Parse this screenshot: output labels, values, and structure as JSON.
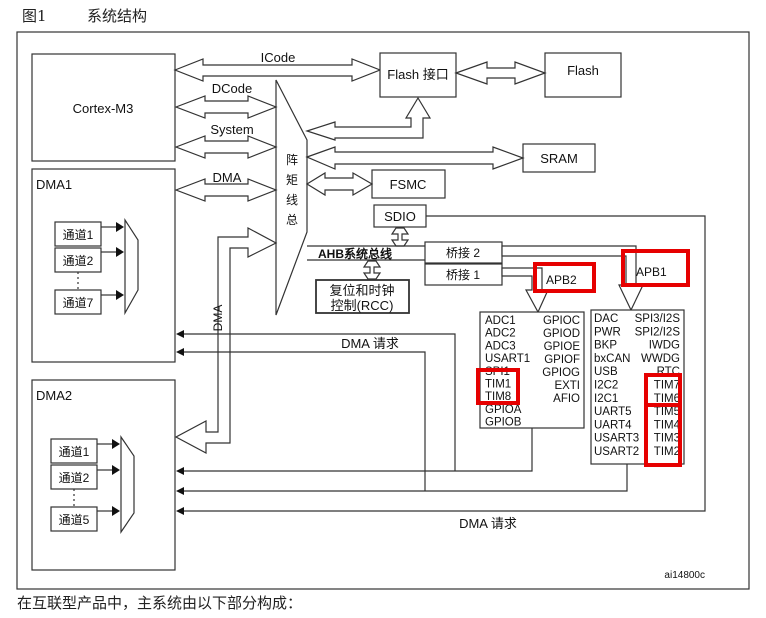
{
  "caption": {
    "figure_number": "图1",
    "title": "系统结构"
  },
  "footer": "在互联型产品中，主系统由以下部分构成：",
  "diagram": {
    "cortex": "Cortex-M3",
    "buses": {
      "icode": "ICode",
      "dcode": "DCode",
      "system": "System",
      "dma": "DMA",
      "dma_vertical": "DMA"
    },
    "flash_interface": "Flash 接口",
    "flash": "Flash",
    "sram": "SRAM",
    "fsmc": "FSMC",
    "sdio": "SDIO",
    "bus_matrix": [
      "总",
      "线",
      "矩",
      "阵"
    ],
    "ahb_bus": "AHB系统总线",
    "rcc": [
      "复位和时钟",
      "控制(RCC)"
    ],
    "bridge2": "桥接 2",
    "bridge1": "桥接 1",
    "apb2": "APB2",
    "apb1": "APB1",
    "dma_request_1": "DMA 请求",
    "dma_request_2": "DMA 请求",
    "figure_id": "ai14800c",
    "dma1": {
      "label": "DMA1",
      "channels": [
        "通道1",
        "通道2",
        "通道7"
      ]
    },
    "dma2": {
      "label": "DMA2",
      "channels": [
        "通道1",
        "通道2",
        "通道5"
      ]
    },
    "apb2_peripherals": {
      "left": [
        "ADC1",
        "ADC2",
        "ADC3",
        "USART1",
        "SPI1",
        "TIM1",
        "TIM8",
        "GPIOA",
        "GPIOB"
      ],
      "right": [
        "GPIOC",
        "GPIOD",
        "GPIOE",
        "GPIOF",
        "GPIOG",
        "EXTI",
        "AFIO"
      ]
    },
    "apb1_peripherals": {
      "left": [
        "DAC",
        "PWR",
        "BKP",
        "bxCAN",
        "USB",
        "I2C2",
        "I2C1",
        "UART5",
        "UART4",
        "USART3",
        "USART2"
      ],
      "right": [
        "SPI3/I2S",
        "SPI2/I2S",
        "IWDG",
        "WWDG",
        "RTC",
        "TIM7",
        "TIM6",
        "TIM5",
        "TIM4",
        "TIM3",
        "TIM2"
      ]
    },
    "highlight_color": "#e60000"
  }
}
